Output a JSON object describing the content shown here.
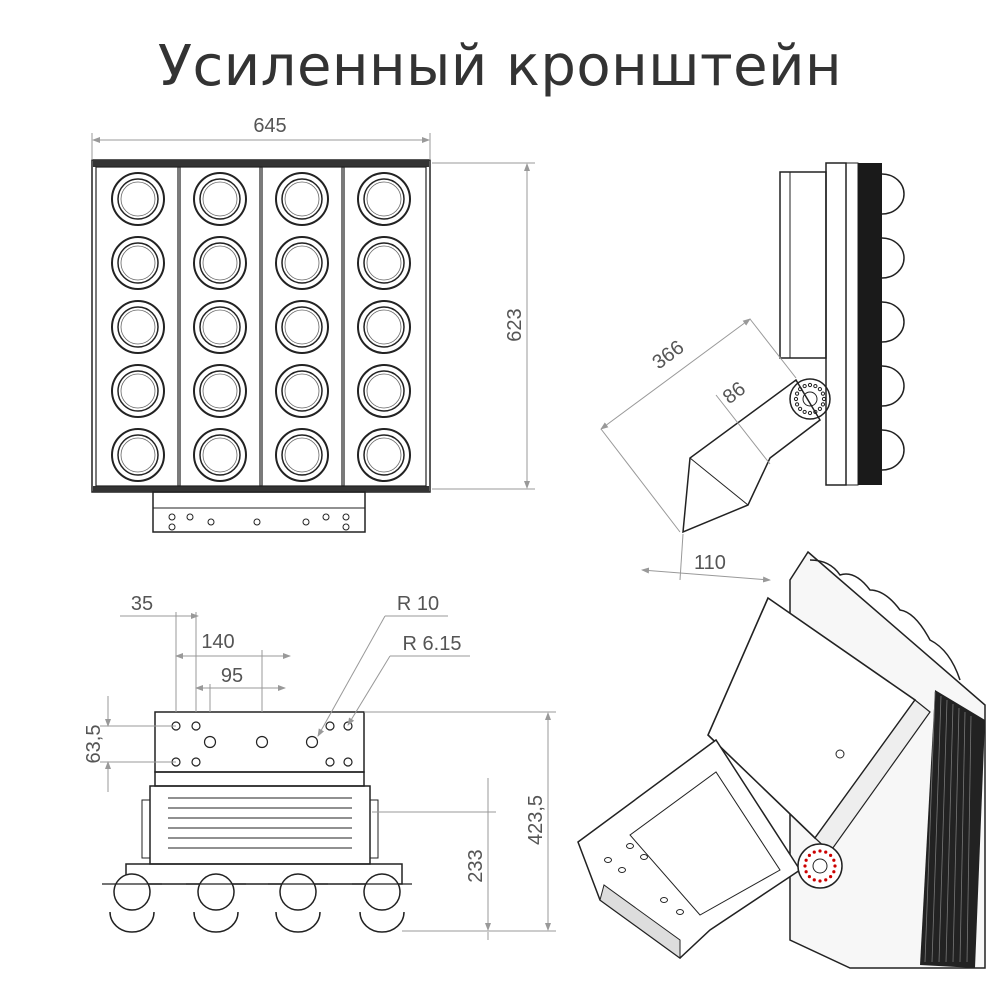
{
  "title": "Усиленный кронштейн",
  "dimensions": {
    "width_top": "645",
    "height_front": "623",
    "side_length": "366",
    "side_thickness": "86",
    "side_base": "110",
    "hole_offset": "35",
    "hole_spacing_140": "140",
    "hole_spacing_95": "95",
    "radius_10": "R 10",
    "radius_615": "R 6.15",
    "vertical_635": "63,5",
    "height_233": "233",
    "height_4235": "423,5"
  },
  "colors": {
    "line": "#222222",
    "dimension_line": "#999999",
    "dimension_text": "#555555",
    "title": "#333333"
  }
}
